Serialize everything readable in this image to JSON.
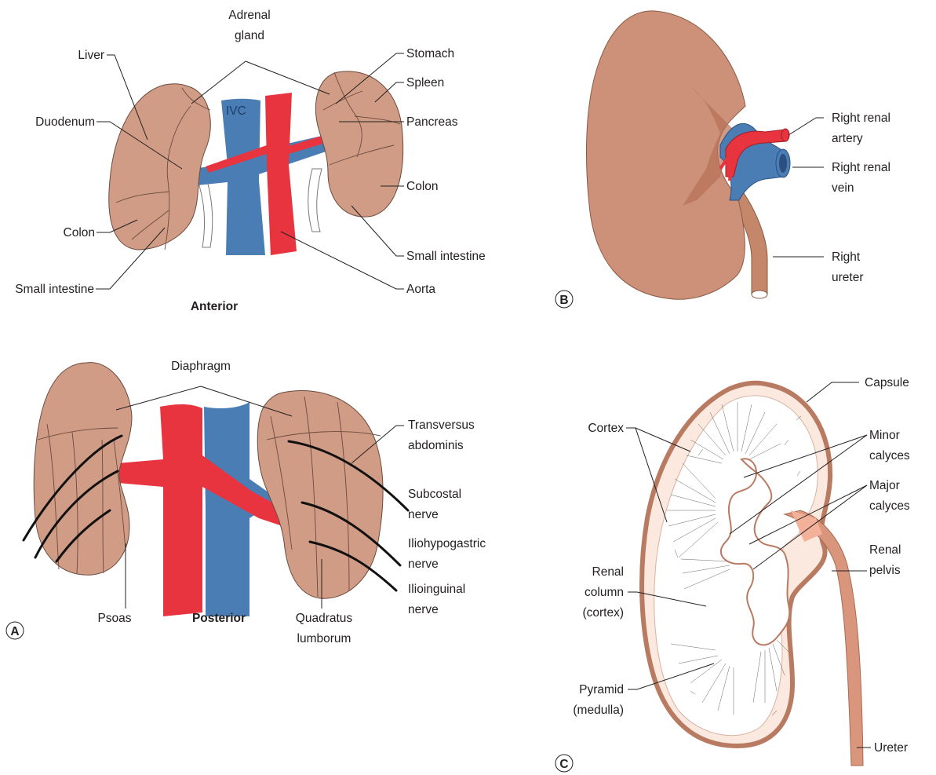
{
  "colors": {
    "kidney": "#d09c85",
    "kidney_outline": "#6b4a3e",
    "kidney_dark": "#b97a62",
    "vein": "#4a7db4",
    "artery": "#e8343f",
    "cortex_fill": "#fbe9df"
  },
  "panel_anterior": {
    "caption": "Anterior",
    "ivc_label": "IVC",
    "labels": {
      "adrenal_line1": "Adrenal",
      "adrenal_line2": "gland",
      "liver": "Liver",
      "duodenum": "Duodenum",
      "colon_left": "Colon",
      "small_intestine_left": "Small intestine",
      "stomach": "Stomach",
      "spleen": "Spleen",
      "pancreas": "Pancreas",
      "colon_right": "Colon",
      "small_intestine_right": "Small intestine",
      "aorta": "Aorta"
    }
  },
  "panel_posterior": {
    "caption": "Posterior",
    "panel_letter": "A",
    "labels": {
      "diaphragm": "Diaphragm",
      "transversus_line1": "Transversus",
      "transversus_line2": "abdominis",
      "subcostal_line1": "Subcostal",
      "subcostal_line2": "nerve",
      "iliohypogastric_line1": "Iliohypogastric",
      "iliohypogastric_line2": "nerve",
      "ilioinguinal_line1": "Ilioinguinal",
      "ilioinguinal_line2": "nerve",
      "psoas": "Psoas",
      "quadratus_line1": "Quadratus",
      "quadratus_line2": "lumborum"
    }
  },
  "panel_b": {
    "panel_letter": "B",
    "labels": {
      "artery_line1": "Right renal",
      "artery_line2": "artery",
      "vein_line1": "Right renal",
      "vein_line2": "vein",
      "ureter_line1": "Right",
      "ureter_line2": "ureter"
    }
  },
  "panel_c": {
    "panel_letter": "C",
    "labels": {
      "capsule": "Capsule",
      "minor_line1": "Minor",
      "minor_line2": "calyces",
      "cortex": "Cortex",
      "major_line1": "Major",
      "major_line2": "calyces",
      "pelvis_line1": "Renal",
      "pelvis_line2": "pelvis",
      "column_line1": "Renal",
      "column_line2": "column",
      "column_line3": "(cortex)",
      "pyramid_line1": "Pyramid",
      "pyramid_line2": "(medulla)",
      "ureter": "Ureter"
    }
  }
}
